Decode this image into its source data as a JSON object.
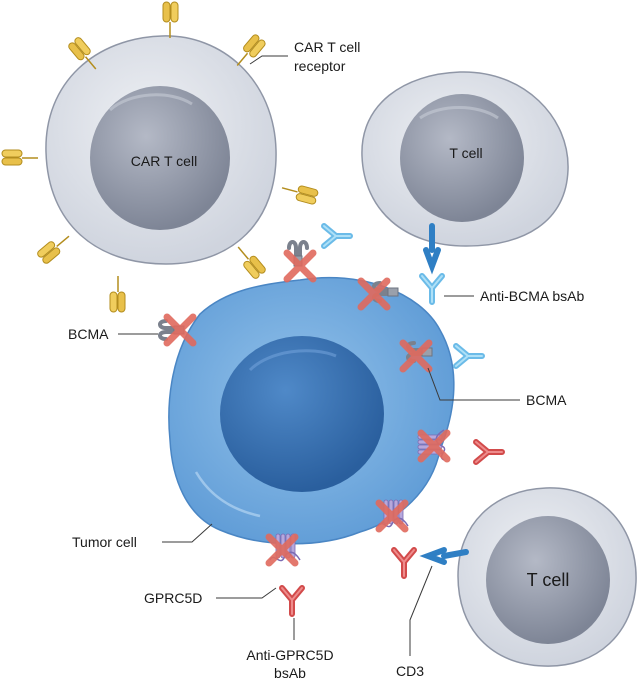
{
  "labels": {
    "car_t_cell": "CAR T cell",
    "car_receptor_line1": "CAR T cell",
    "car_receptor_line2": "receptor",
    "t_cell_top": "T cell",
    "t_cell_bottom": "T cell",
    "anti_bcma_bsab": "Anti-BCMA bsAb",
    "bcma_left": "BCMA",
    "bcma_right": "BCMA",
    "tumor_cell": "Tumor cell",
    "gprc5d": "GPRC5D",
    "anti_gprc5d_line1": "Anti-GPRC5D",
    "anti_gprc5d_line2": "bsAb",
    "cd3": "CD3"
  },
  "colors": {
    "t_cell_body": "#dfe3ea",
    "t_cell_nucleus": "#9ea4b4",
    "tumor_body": "#7fb2e0",
    "tumor_nucleus": "#3a74b8",
    "car_receptor": "#e8c04a",
    "anti_bcma": "#6bbbe8",
    "cd3": "#2f7fc4",
    "anti_gprc5d": "#d24b4b",
    "bcma": "#8a909c",
    "gprc5d": "#9a88c8",
    "blocked_x": "#e06a5e"
  },
  "icons": {
    "blocked": "red-x-icon",
    "car_receptor": "car-receptor-icon",
    "antibody": "antibody-y-icon"
  }
}
